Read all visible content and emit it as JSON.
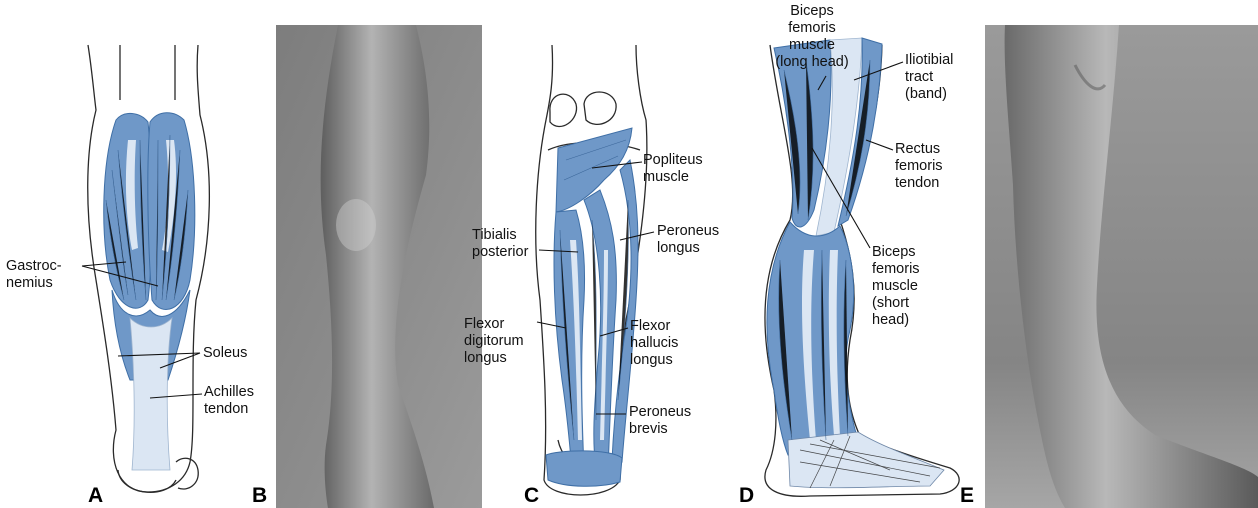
{
  "panels": {
    "a": {
      "letter": "A",
      "labels": {
        "gastrocnemius": "Gastroc-\nnemius",
        "soleus": "Soleus",
        "achilles": "Achilles\ntendon"
      }
    },
    "b": {
      "letter": "B"
    },
    "c": {
      "letter": "C",
      "labels": {
        "popliteus": "Popliteus\nmuscle",
        "tibialis_posterior": "Tibialis\nposterior",
        "peroneus_longus": "Peroneus\nlongus",
        "flexor_digitorum": "Flexor\ndigitorum\nlongus",
        "flexor_hallucis": "Flexor\nhallucis\nlongus",
        "peroneus_brevis": "Peroneus\nbrevis"
      }
    },
    "d": {
      "letter": "D",
      "labels": {
        "biceps_long": "Biceps\nfemoris\nmuscle\n(long head)",
        "iliotibial": "Iliotibial\ntract\n(band)",
        "rectus_tendon": "Rectus\nfemoris\ntendon",
        "biceps_short": "Biceps\nfemoris\nmuscle\n(short\nhead)"
      }
    },
    "e": {
      "letter": "E"
    }
  },
  "colors": {
    "muscle": "#6f98c8",
    "muscle_dark": "#3f6fa6",
    "tendon": "#dbe6f3",
    "outline": "#2a2a2a",
    "photo_bg": "#8a8a8a"
  }
}
